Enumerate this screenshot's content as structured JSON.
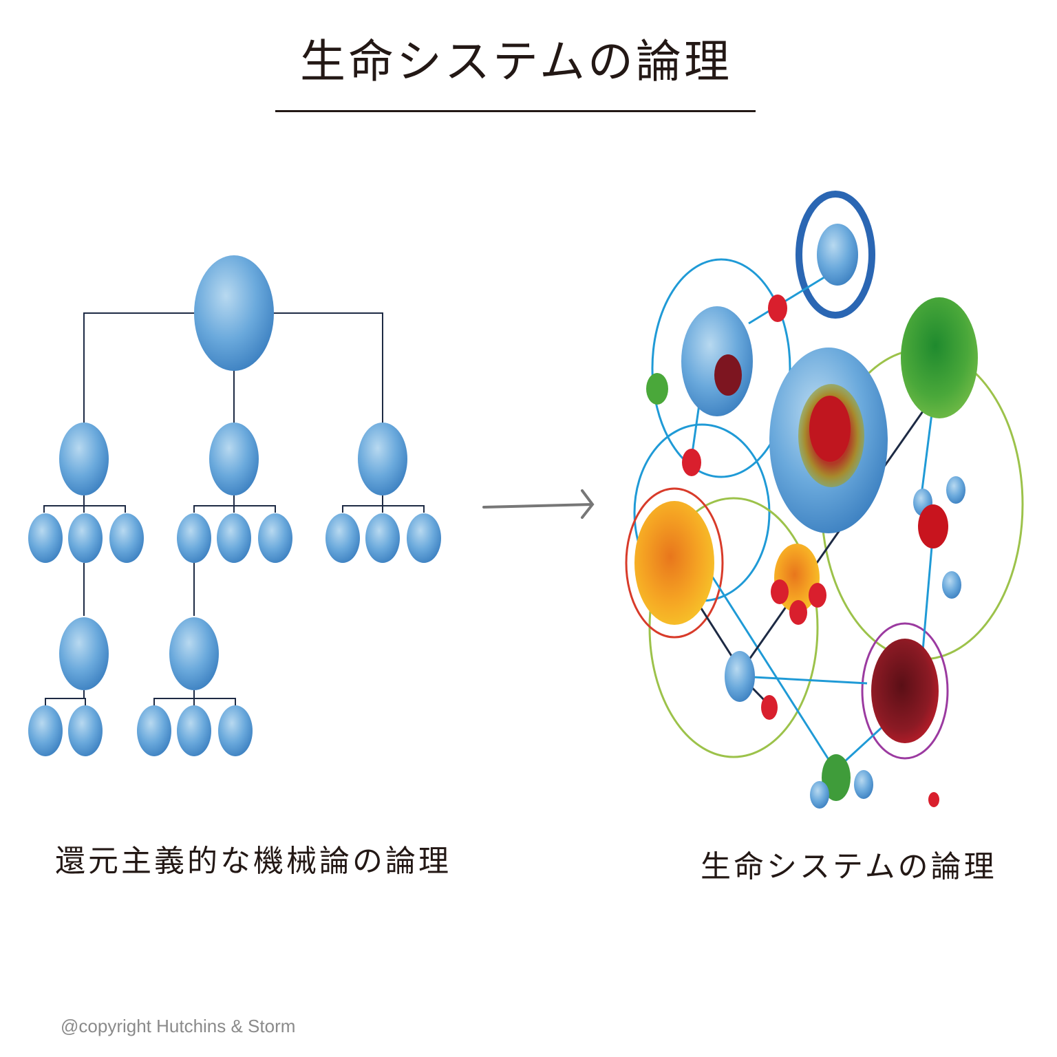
{
  "title": "生命システムの論理",
  "captions": {
    "left": "還元主義的な機械論の論理",
    "right": "生命システムの論理"
  },
  "copyright": "@copyright Hutchins & Storm",
  "colors": {
    "blue": "#5b9fd6",
    "blue_dark": "#2f6fae",
    "ring_blue": "#1f9ad6",
    "ring_green": "#9cc24a",
    "ring_red": "#d83b2a",
    "ring_purple": "#9b3aa0",
    "green": "#3f9c3a",
    "red": "#d91f2d",
    "dark_red": "#8b1a24",
    "yellow": "#f5c22a",
    "orange": "#ee8a1f",
    "line_dark": "#1d2a44",
    "arrow": "#777777"
  }
}
